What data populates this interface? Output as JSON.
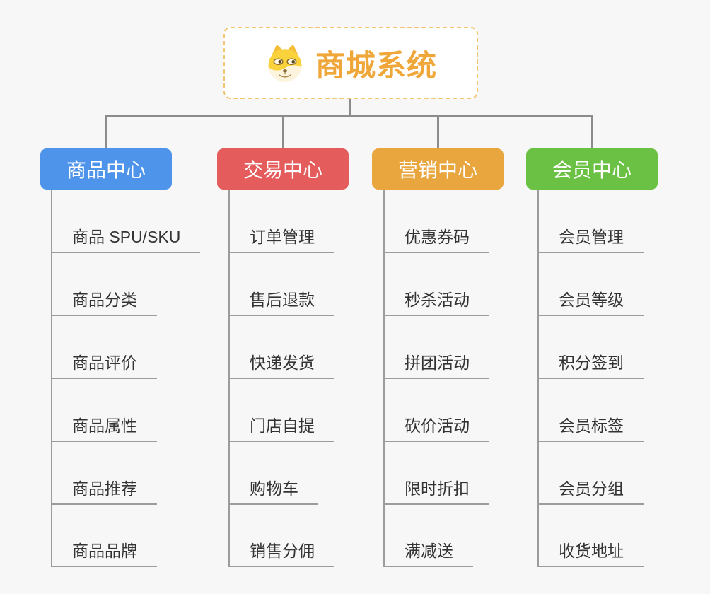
{
  "root": {
    "title": "商城系统",
    "icon": "doge-face-icon",
    "title_color": "#F0A73A",
    "border_color": "#F2C671"
  },
  "colors": {
    "connector": "#8C8C8C",
    "underline": "#9C9C9C",
    "leaf_text": "#333333",
    "background": "#F7F7F7"
  },
  "branches": [
    {
      "label": "商品中心",
      "color": "#4D94EA",
      "children": [
        "商品 SPU/SKU",
        "商品分类",
        "商品评价",
        "商品属性",
        "商品推荐",
        "商品品牌"
      ]
    },
    {
      "label": "交易中心",
      "color": "#E45C5C",
      "children": [
        "订单管理",
        "售后退款",
        "快递发货",
        "门店自提",
        "购物车",
        "销售分佣"
      ]
    },
    {
      "label": "营销中心",
      "color": "#E9A63E",
      "children": [
        "优惠券码",
        "秒杀活动",
        "拼团活动",
        "砍价活动",
        "限时折扣",
        "满减送"
      ]
    },
    {
      "label": "会员中心",
      "color": "#6BC143",
      "children": [
        "会员管理",
        "会员等级",
        "积分签到",
        "会员标签",
        "会员分组",
        "收货地址"
      ]
    }
  ]
}
